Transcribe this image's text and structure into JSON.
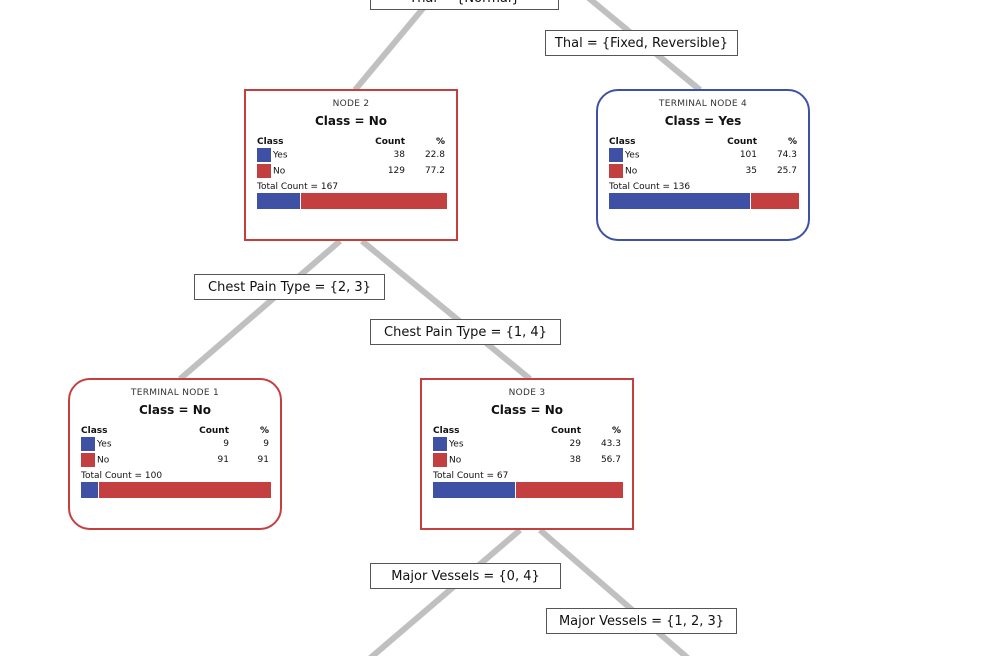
{
  "colors": {
    "yes": "#3f51a5",
    "no": "#c44040",
    "edge": "#c0c0c0"
  },
  "split_labels": {
    "thal_normal": "Thal = {Normal}",
    "thal_fixed": "Thal = {Fixed, Reversible}",
    "cp_23": "Chest Pain Type = {2, 3}",
    "cp_14": "Chest Pain Type = {1, 4}",
    "mv_04": "Major Vessels = {0, 4}",
    "mv_123": "Major Vessels = {1, 2, 3}"
  },
  "headers": {
    "class": "Class",
    "count": "Count",
    "pct": "%"
  },
  "nodes": [
    {
      "id": "NODE 2",
      "cls": "Class = No",
      "yes_label": "Yes",
      "yes_count": "38",
      "yes_pct": "22.8",
      "no_label": "No",
      "no_count": "129",
      "no_pct": "77.2",
      "total": "Total Count = 167",
      "yes_frac": 0.228,
      "terminal": false,
      "color": "no"
    },
    {
      "id": "TERMINAL NODE 4",
      "cls": "Class = Yes",
      "yes_label": "Yes",
      "yes_count": "101",
      "yes_pct": "74.3",
      "no_label": "No",
      "no_count": "35",
      "no_pct": "25.7",
      "total": "Total Count = 136",
      "yes_frac": 0.743,
      "terminal": true,
      "color": "yes"
    },
    {
      "id": "TERMINAL NODE 1",
      "cls": "Class = No",
      "yes_label": "Yes",
      "yes_count": "9",
      "yes_pct": "9",
      "no_label": "No",
      "no_count": "91",
      "no_pct": "91",
      "total": "Total Count = 100",
      "yes_frac": 0.09,
      "terminal": true,
      "color": "no"
    },
    {
      "id": "NODE 3",
      "cls": "Class = No",
      "yes_label": "Yes",
      "yes_count": "29",
      "yes_pct": "43.3",
      "no_label": "No",
      "no_count": "38",
      "no_pct": "56.7",
      "total": "Total Count = 67",
      "yes_frac": 0.433,
      "terminal": false,
      "color": "no"
    }
  ]
}
